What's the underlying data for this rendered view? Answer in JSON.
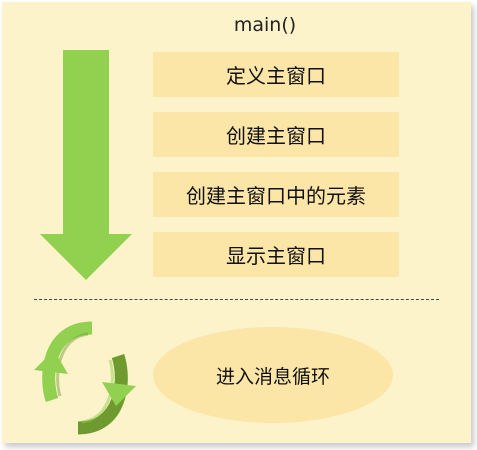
{
  "title": "main()",
  "steps": [
    "定义主窗口",
    "创建主窗口",
    "创建主窗口中的元素",
    "显示主窗口"
  ],
  "loop_label": "进入消息循环",
  "colors": {
    "panel_background": "#fdf3cb",
    "step_box": "#fbe5a7",
    "arrow_green": "#92d050",
    "loop_green_dark": "#6f9a2f"
  },
  "icons": {
    "flow_arrow": "down-arrow-icon",
    "loop": "cycle-arrows-icon"
  }
}
